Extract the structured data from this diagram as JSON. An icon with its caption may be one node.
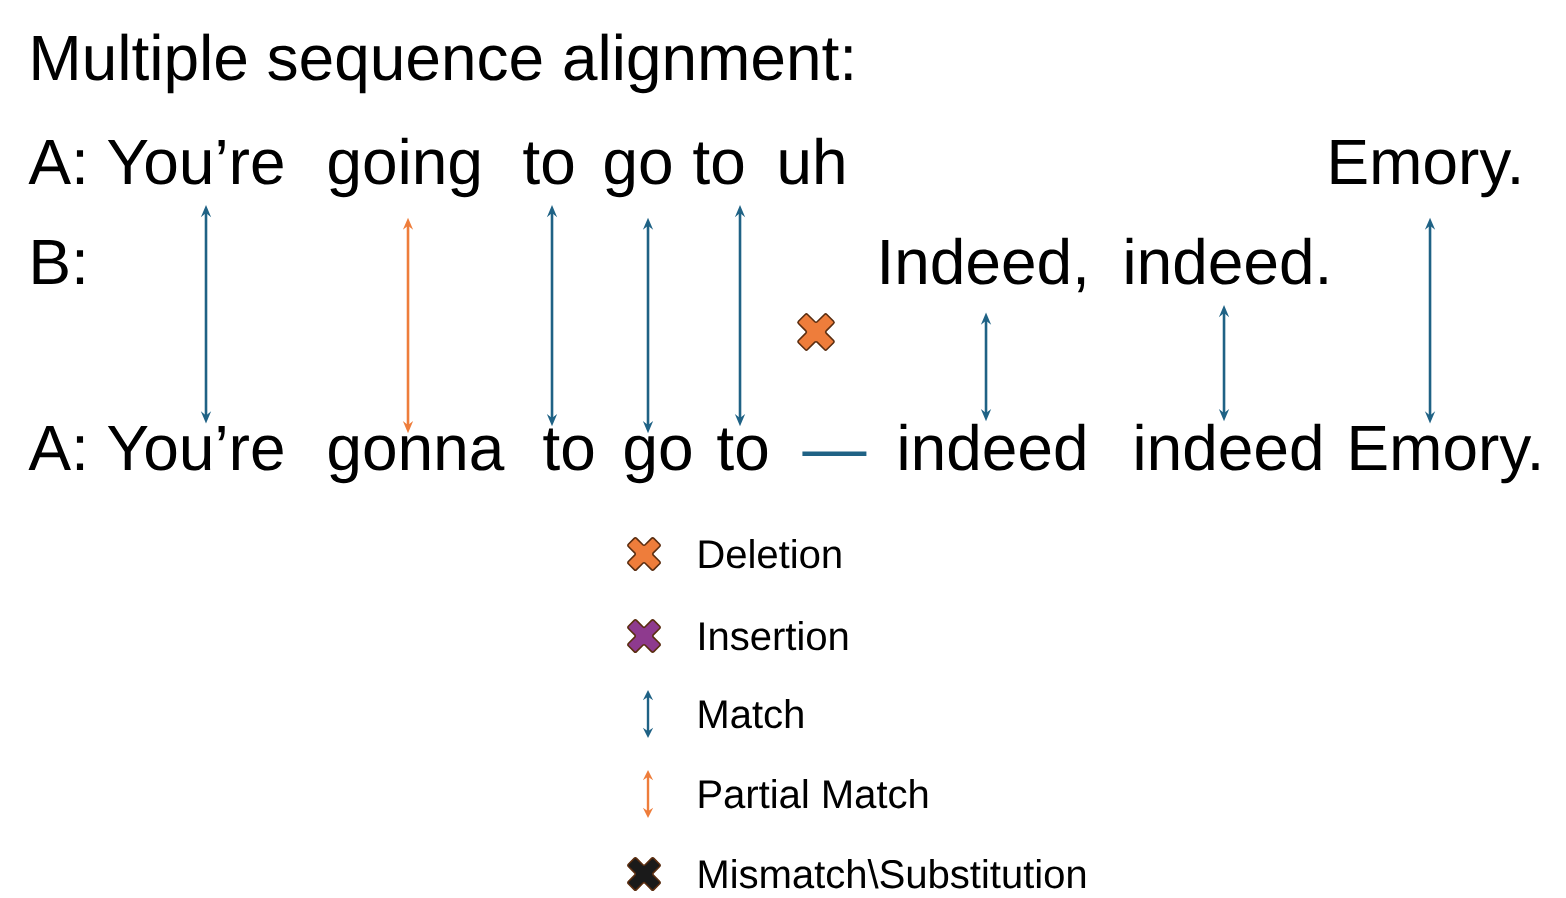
{
  "diagram": {
    "title": "Multiple sequence alignment:",
    "nodes": [
      {
        "text": [
          "You’re"
        ]
      },
      {
        "text": [
          "going"
        ]
      },
      {
        "text": [
          "to"
        ]
      },
      {
        "text": [
          "go"
        ]
      },
      {
        "text": [
          "to"
        ]
      },
      {
        "text": [
          "uh"
        ]
      },
      {
        "text": [
          "Emory."
        ]
      },
      {
        "text": [],
        "shape": "cross"
      },
      {
        "text": [
          "Indeed,"
        ]
      },
      {
        "text": [
          "indeed."
        ]
      },
      {
        "text": [
          "You’re"
        ]
      },
      {
        "text": [
          "gonna"
        ]
      },
      {
        "text": [
          "to"
        ]
      },
      {
        "text": [
          "go"
        ]
      },
      {
        "text": [
          "to"
        ]
      },
      {
        "text": [
          "—"
        ]
      },
      {
        "text": [
          "indeed"
        ]
      },
      {
        "text": [
          "indeed"
        ]
      },
      {
        "text": [
          "Emory."
        ]
      }
    ],
    "edges": [
      {
        "from": 0,
        "to": 10,
        "arrow": "both"
      },
      {
        "from": 1,
        "to": 11,
        "arrow": "both",
        "color": "#ee7d3b"
      },
      {
        "from": 2,
        "to": 12,
        "arrow": "both"
      },
      {
        "from": 3,
        "to": 13,
        "arrow": "both"
      },
      {
        "from": 4,
        "to": 14,
        "arrow": "both"
      },
      {
        "from": 8,
        "to": 16,
        "arrow": "both"
      },
      {
        "from": 9,
        "to": 17,
        "arrow": "both"
      },
      {
        "from": 6,
        "to": 18,
        "arrow": "both"
      }
    ],
    "labels": [
      "A:",
      "B:",
      "A:"
    ],
    "legend": [
      {
        "text": "Deletion"
      },
      {
        "text": "Insertion"
      },
      {
        "text": "Match"
      },
      {
        "text": "Partial Match"
      },
      {
        "text": "Mismatch\\Substitution"
      }
    ]
  }
}
